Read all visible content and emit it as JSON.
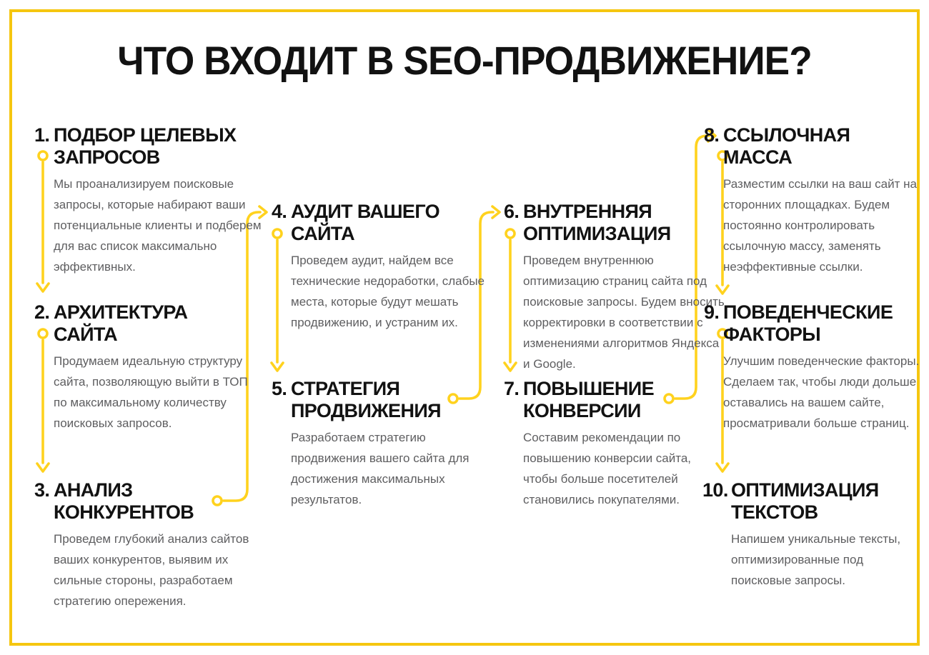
{
  "title": "ЧТО ВХОДИТ В SEO-ПРОДВИЖЕНИЕ?",
  "colors": {
    "accent": "#FFD21E",
    "frame": "#F5C60F",
    "heading_text": "#121212",
    "body_text": "#5e5e60",
    "background": "#ffffff"
  },
  "items": [
    {
      "num": "1.",
      "heading": "ПОДБОР ЦЕЛЕВЫХ\nЗАПРОСОВ",
      "desc": "Мы проанализируем поисковые запросы, которые набирают ваши потенциальные клиенты и подберем для вас список максимально эффективных."
    },
    {
      "num": "2.",
      "heading": "АРХИТЕКТУРА\nСАЙТА",
      "desc": "Продумаем идеальную структуру сайта, позволяющую выйти в ТОП по максимальному количеству поисковых запросов."
    },
    {
      "num": "3.",
      "heading": "АНАЛИЗ\nКОНКУРЕНТОВ",
      "desc": "Проведем глубокий анализ сайтов ваших конкурентов, выявим их сильные стороны, разработаем стратегию опережения."
    },
    {
      "num": "4.",
      "heading": "АУДИТ ВАШЕГО\nСАЙТА",
      "desc": "Проведем аудит, найдем все технические недоработки, слабые места, которые будут мешать продвижению, и устраним их."
    },
    {
      "num": "5.",
      "heading": "СТРАТЕГИЯ\nПРОДВИЖЕНИЯ",
      "desc": "Разработаем стратегию продвижения вашего сайта для достижения максимальных результатов."
    },
    {
      "num": "6.",
      "heading": "ВНУТРЕННЯЯ\nОПТИМИЗАЦИЯ",
      "desc": "Проведем внутреннюю оптимизацию страниц сайта под поисковые запросы. Будем вносить корректировки в соответствии с изменениями алгоритмов Яндекса и Google."
    },
    {
      "num": "7.",
      "heading": "ПОВЫШЕНИЕ\nКОНВЕРСИИ",
      "desc": "Составим рекомендации по повышению конверсии сайта, чтобы больше посетителей становились покупателями."
    },
    {
      "num": "8.",
      "heading": "ССЫЛОЧНАЯ\nМАССА",
      "desc": "Разместим ссылки на ваш сайт на сторонних площадках. Будем постоянно контролировать ссылочную массу, заменять неэффективные ссылки."
    },
    {
      "num": "9.",
      "heading": "ПОВЕДЕНЧЕСКИЕ\nФАКТОРЫ",
      "desc": "Улучшим поведенческие факторы. Сделаем так, чтобы люди дольше оставались на вашем сайте, просматривали больше страниц."
    },
    {
      "num": "10.",
      "heading": "ОПТИМИЗАЦИЯ\nТЕКСТОВ",
      "desc": "Напишем уникальные тексты, оптимизированные под поисковые запросы."
    }
  ]
}
